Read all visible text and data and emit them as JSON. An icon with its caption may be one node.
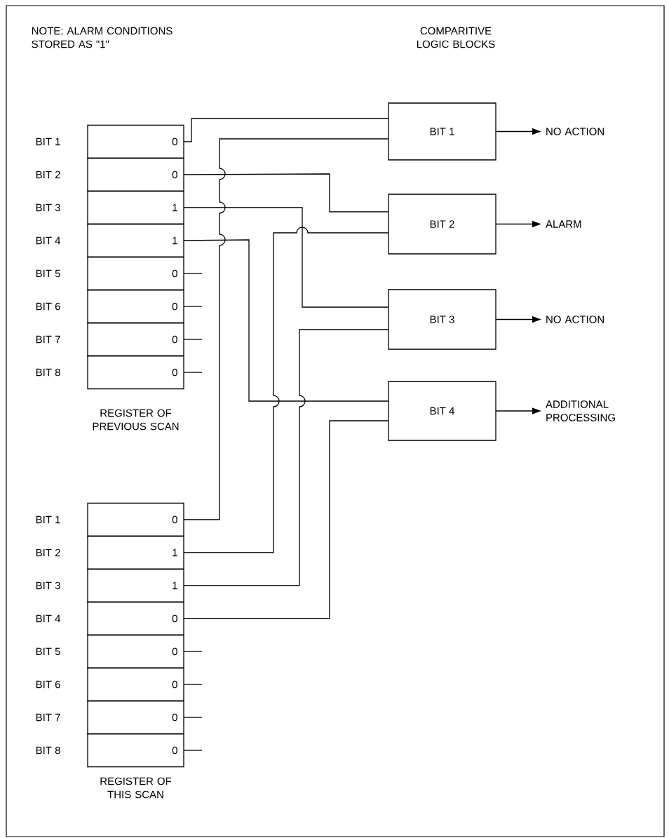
{
  "diagram": {
    "nodes": [
      {
        "text": [
          "0"
        ],
        "beside": [
          "BIT 1"
        ]
      },
      {
        "text": [
          "0"
        ],
        "beside": [
          "BIT 2"
        ]
      },
      {
        "text": [
          "1"
        ],
        "beside": [
          "BIT 3"
        ]
      },
      {
        "text": [
          "1"
        ],
        "beside": [
          "BIT 4"
        ]
      },
      {
        "text": [
          "0"
        ],
        "beside": [
          "BIT 5"
        ]
      },
      {
        "text": [
          "0"
        ],
        "beside": [
          "BIT 6"
        ]
      },
      {
        "text": [
          "0"
        ],
        "beside": [
          "BIT 7"
        ]
      },
      {
        "text": [
          "0"
        ],
        "beside": [
          "BIT 8"
        ]
      },
      {
        "text": [
          "0"
        ],
        "beside": [
          "BIT 1"
        ]
      },
      {
        "text": [
          "1"
        ],
        "beside": [
          "BIT 2"
        ]
      },
      {
        "text": [
          "1"
        ],
        "beside": [
          "BIT 3"
        ]
      },
      {
        "text": [
          "0"
        ],
        "beside": [
          "BIT 4"
        ]
      },
      {
        "text": [
          "0"
        ],
        "beside": [
          "BIT 5"
        ]
      },
      {
        "text": [
          "0"
        ],
        "beside": [
          "BIT 6"
        ]
      },
      {
        "text": [
          "0"
        ],
        "beside": [
          "BIT 7"
        ]
      },
      {
        "text": [
          "0"
        ],
        "beside": [
          "BIT 8"
        ]
      },
      {
        "text": [
          "BIT 1"
        ]
      },
      {
        "text": [
          "BIT 2"
        ]
      },
      {
        "text": [
          "BIT 3"
        ]
      },
      {
        "text": [
          "BIT 4"
        ]
      },
      {
        "text": [
          "NO ACTION"
        ]
      },
      {
        "text": [
          "ALARM"
        ]
      },
      {
        "text": [
          "NO ACTION"
        ]
      },
      {
        "text": [
          "ADDITIONAL PROCESSING"
        ]
      }
    ],
    "edges": [
      {
        "from": 0,
        "to": 16,
        "arrow": "none"
      },
      {
        "from": 8,
        "to": 16,
        "arrow": "none"
      },
      {
        "from": 1,
        "to": 17,
        "arrow": "none"
      },
      {
        "from": 9,
        "to": 17,
        "arrow": "none"
      },
      {
        "from": 2,
        "to": 18,
        "arrow": "none"
      },
      {
        "from": 10,
        "to": 18,
        "arrow": "none"
      },
      {
        "from": 3,
        "to": 19,
        "arrow": "none"
      },
      {
        "from": 11,
        "to": 19,
        "arrow": "none"
      },
      {
        "from": 16,
        "to": 20,
        "arrow": "to"
      },
      {
        "from": 17,
        "to": 21,
        "arrow": "to"
      },
      {
        "from": 18,
        "to": 22,
        "arrow": "to"
      },
      {
        "from": 19,
        "to": 23,
        "arrow": "to"
      },
      {
        "from": 4,
        "to": null,
        "arrow": "none"
      },
      {
        "from": 5,
        "to": null,
        "arrow": "none"
      },
      {
        "from": 6,
        "to": null,
        "arrow": "none"
      },
      {
        "from": 7,
        "to": null,
        "arrow": "none"
      },
      {
        "from": 12,
        "to": null,
        "arrow": "none"
      },
      {
        "from": 13,
        "to": null,
        "arrow": "none"
      },
      {
        "from": 14,
        "to": null,
        "arrow": "none"
      },
      {
        "from": 15,
        "to": null,
        "arrow": "none"
      }
    ],
    "labels": [
      "NOTE: ALARM CONDITIONS STORED AS \"1\"",
      "COMPARITIVE LOGIC BLOCKS",
      "REGISTER OF PREVIOUS SCAN",
      "REGISTER OF THIS SCAN"
    ]
  }
}
